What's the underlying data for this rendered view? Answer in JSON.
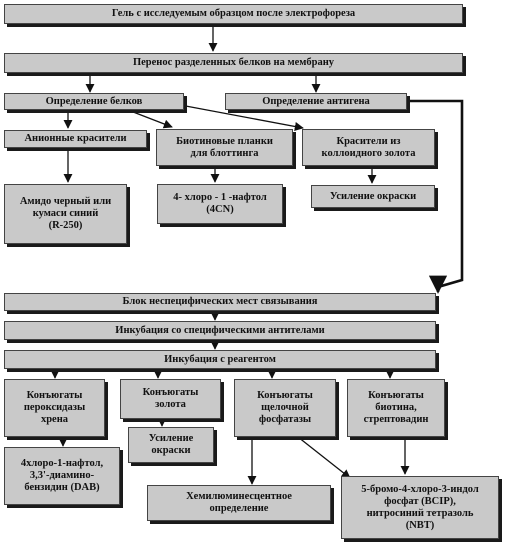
{
  "nodes": {
    "gel": "Гель с исследуемым образцом после электрофореза",
    "transfer": "Перенос разделенных белков на мембрану",
    "protein_detection": "Определение белков",
    "antigen_detection": "Определение антигена",
    "anionic_dyes": "Анионные красители",
    "biotin_plates": "Биотиновые планки\nдля блоттинга",
    "colloidal_gold_dyes": "Красители из\nколлоидного золота",
    "amido_black": "Амидо черный или\nкумаси синий\n(R-250)",
    "chloronaphthol": "4- хлоро - 1 -нафтол\n(4CN)",
    "stain_enhancement_top": "Усиление окраски",
    "block": "Блок неспецифических мест связывания",
    "incubation_antibodies": "Инкубация со специфическими антителами",
    "incubation_reagents": "Инкубация с реагентом",
    "peroxidase_conj": "Конъюгаты\nпероксидазы\nхрена",
    "gold_conj": "Конъюгаты\nзолота",
    "alk_phosphatase_conj": "Конъюгаты\nщелочной\nфосфатазы",
    "biotin_conj": "Конъюгаты\nбиотина,\nстрептовадин",
    "dab": "4хлоро-1-нафтол,\n3,3'-диамино-\nбензидин (DAB)",
    "stain_enhancement_bottom": "Усиление\nокраски",
    "chemiluminescent": "Хемилюминесцентное\nопределение",
    "bcip_nbt": "5-бромо-4-хлоро-3-индол\nфосфат (BCIP),\nнитросиний тетразоль\n(NBT)"
  },
  "colors": {
    "box_fill": "#c9c9c9",
    "box_border": "#444444",
    "shadow": "#1a1a1a",
    "arrow": "#111111"
  }
}
